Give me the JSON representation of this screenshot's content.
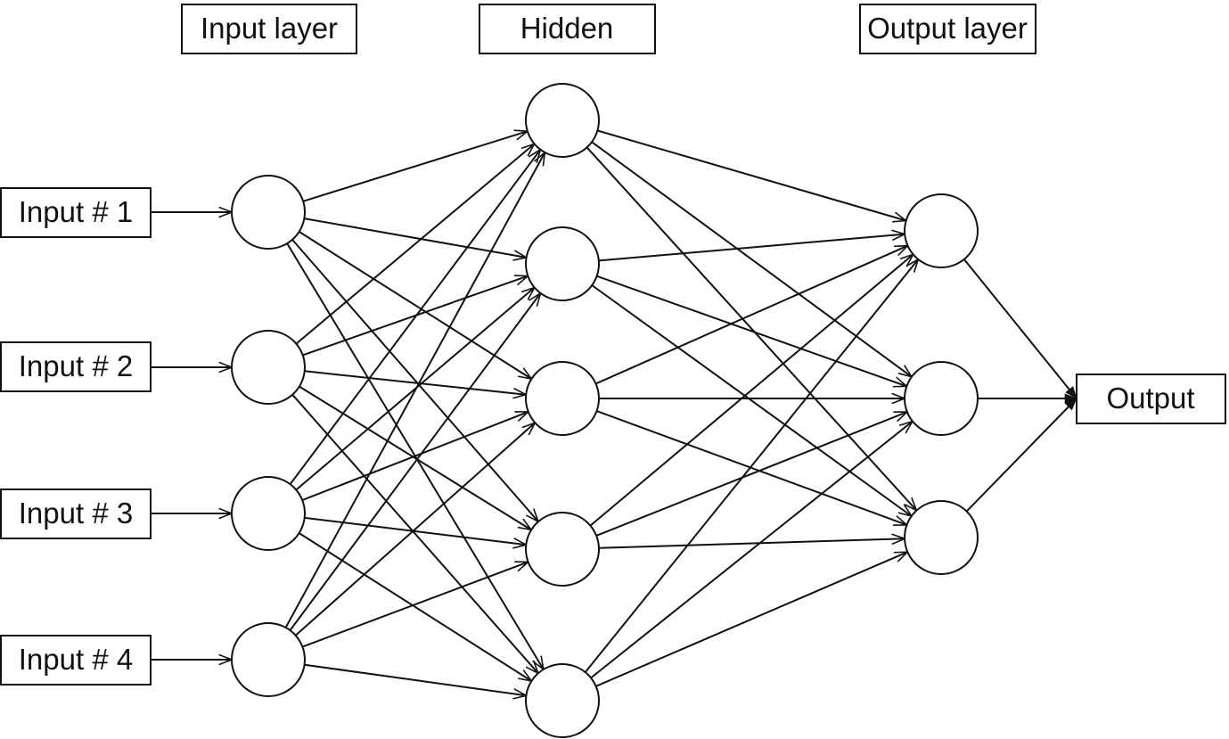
{
  "diagram": {
    "layer_headers": {
      "input": "Input layer",
      "hidden": "Hidden",
      "output": "Output layer"
    },
    "inputs": [
      "Input # 1",
      "Input # 2",
      "Input # 3",
      "Input # 4"
    ],
    "output_label": "Output",
    "layers": {
      "input_neurons": 4,
      "hidden_neurons": 5,
      "output_neurons": 3
    },
    "connections": {
      "input_to_hidden": "fully-connected",
      "hidden_to_output": "fully-connected",
      "output_to_result": "all-to-one"
    },
    "colors": {
      "stroke": "#111111",
      "background": "#ffffff"
    }
  }
}
